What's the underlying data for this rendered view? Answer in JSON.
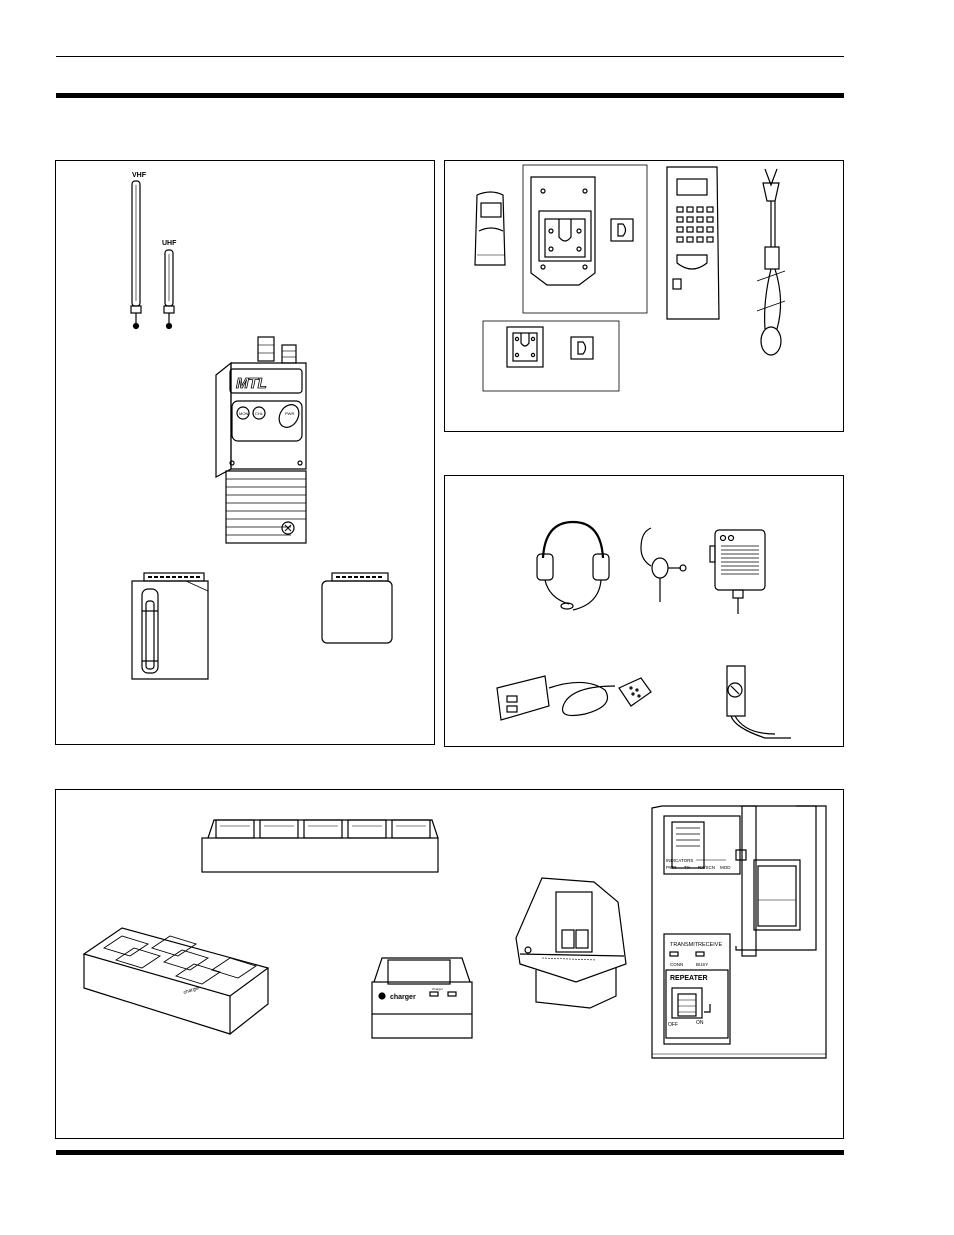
{
  "antennas": {
    "vhf": "VHF",
    "uhf": "UHF"
  },
  "radio": {
    "brand": "MTL",
    "buttons": [
      "MON",
      "CHL",
      "PWR"
    ]
  },
  "charger_unit": {
    "logo": "charger",
    "indicator_caption": "Charger"
  },
  "repeater_unit": {
    "status_row": "INDICATORS",
    "status_labels": [
      "PWR",
      "TX",
      "RX/SCN",
      "MOD"
    ],
    "mode_labels": [
      "TRANSMIT",
      "RECEIVE"
    ],
    "led_labels": [
      "CONN",
      "BUSY"
    ],
    "switch_title": "REPEATER",
    "switch_off": "OFF",
    "switch_on": "ON"
  }
}
